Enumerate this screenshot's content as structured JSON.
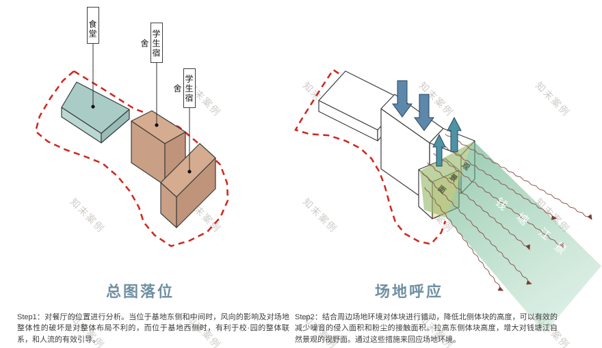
{
  "watermark": {
    "text": "知末案例"
  },
  "left_panel": {
    "title": "总图落位",
    "caption": "Step1：对餐厅的位置进行分析。当位于基地东侧和中间时，风向的影响及对场地整体性的破坏是对整体布局不利的，而位于基地西侧时，有利于校·园的整体联系，和人流的有效引导。",
    "building_labels": [
      "食堂",
      "学生宿舍",
      "学生宿舍"
    ]
  },
  "right_panel": {
    "title": "场地呼应",
    "caption": "Step2：结合周边场地环境对体块进行错动，降低北侧体块的高度，可以有效的减少噪音的侵入面积和粉尘的接触面积。拉高东侧体块高度，增大对钱塘江自然景观的视野面。通过这些措施来回应场地环境。",
    "view_text": "钱塘江景",
    "face_text": "观景面"
  },
  "colors": {
    "boundary-red": "#ce2a20",
    "box-outline": "#3a3a3a",
    "canteen-top": "#a9ccc7",
    "canteen-left": "#bad7d2",
    "canteen-right": "#98bcb7",
    "dorm-top": "#d5ac90",
    "dorm-left": "#c9a085",
    "dorm-right": "#c0947a",
    "arrow-down": "#5d88ab",
    "arrow-up": "#4d93a3",
    "arrow-outline": "#24455c",
    "fan-green": "#5fae85",
    "fan-green-light": "#93cead",
    "face-green": "#9cba72",
    "face-yellow": "#f5e7bd",
    "wave-line": "#8a564e",
    "wave-arrow": "#7a3b35",
    "title-blue": "#6f8fa3",
    "caption-gray": "#3c3c3c",
    "watermark-gray": "#cfccc8"
  }
}
